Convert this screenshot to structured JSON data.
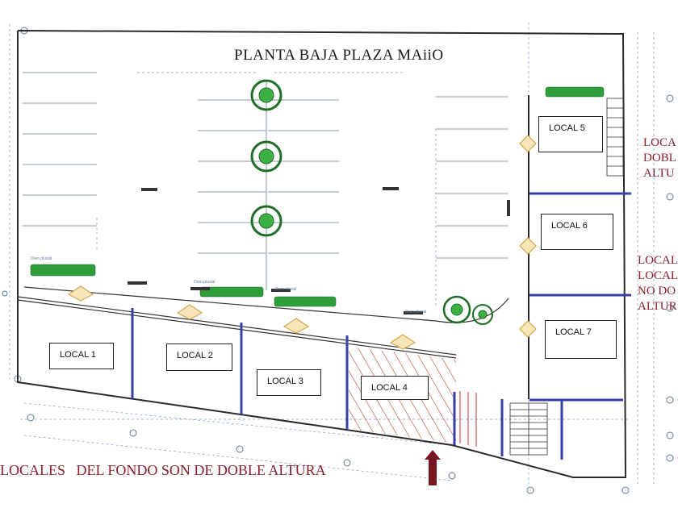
{
  "title": "PLANTA BAJA PLAZA MAiiO",
  "locales": [
    {
      "id": "local-1",
      "label": "LOCAL 1"
    },
    {
      "id": "local-2",
      "label": "LOCAL 2"
    },
    {
      "id": "local-3",
      "label": "LOCAL 3"
    },
    {
      "id": "local-4",
      "label": "LOCAL 4"
    },
    {
      "id": "local-5",
      "label": "LOCAL 5"
    },
    {
      "id": "local-6",
      "label": "LOCAL 6"
    },
    {
      "id": "local-7",
      "label": "LOCAL 7"
    }
  ],
  "side_notes": {
    "upper": [
      "LOCA",
      "DOBL",
      "ALTU"
    ],
    "lower": [
      "LOCAL",
      "LOCAL",
      "NO DO",
      "ALTUR"
    ]
  },
  "footer_note": "LOCALES   DEL FONDO SON DE DOBLE ALTURA",
  "drain_labels": [
    "Dren pluvial",
    "Dren pluvial",
    "Dren pluvial",
    "Dren pluvial"
  ],
  "colors": {
    "walls": "#2a2a2a",
    "partition": "#3a3fa8",
    "grid": "#6a8ab0",
    "hatch": "#c0392b",
    "planter": "#2e9e3a",
    "note": "#8a1e2a",
    "arrow": "#7a1620"
  }
}
